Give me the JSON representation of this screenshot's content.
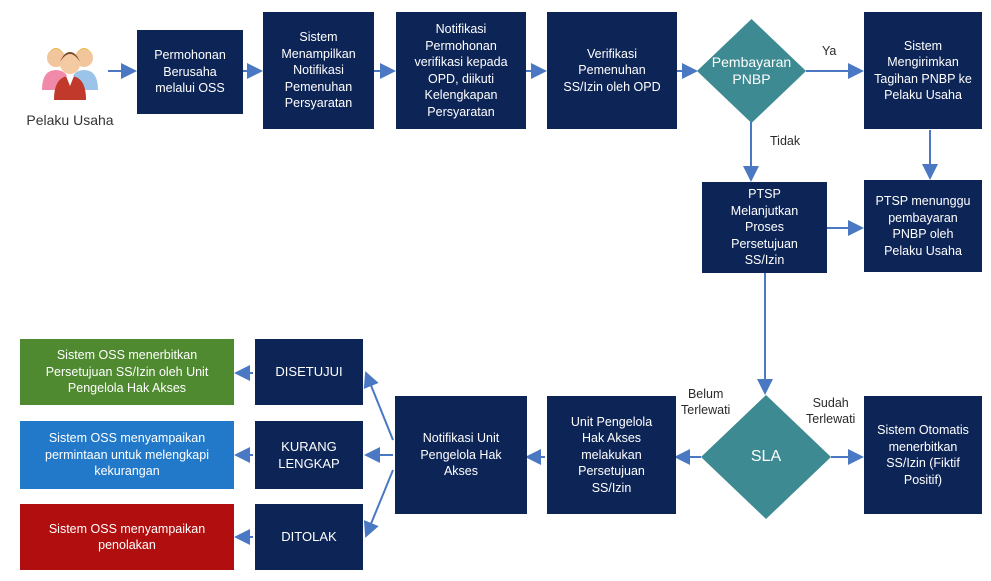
{
  "actor": {
    "label": "Pelaku Usaha",
    "icon": "people-group-icon"
  },
  "colors": {
    "navy": "#0d2456",
    "teal": "#3d8a93",
    "green": "#4f8a30",
    "blue": "#2379c9",
    "red": "#b10f0f",
    "arrow": "#4a78c2"
  },
  "boxes": {
    "permohonan": "Permohonan\nBerusaha\nmelalui OSS",
    "notifikasi_sistem": "Sistem\nMenampilkan\nNotifikasi\nPemenuhan\nPersyaratan",
    "notifikasi_opd": "Notifikasi\nPermohonan\nverifikasi kepada\nOPD, diikuti\nKelengkapan\nPersyaratan",
    "verifikasi": "Verifikasi\nPemenuhan\nSS/Izin oleh OPD",
    "tagihan": "Sistem\nMengirimkan\nTagihan PNBP ke\nPelaku Usaha",
    "menunggu": "PTSP menunggu\npembayaran\nPNBP oleh\nPelaku Usaha",
    "melanjutkan": "PTSP\nMelanjutkan\nProses\nPersetujuan\nSS/Izin",
    "fiktif": "Sistem Otomatis\nmenerbitkan\nSS/Izin (Fiktif\nPositif)",
    "unit_pengelola": "Unit Pengelola\nHak Akses\nmelakukan\nPersetujuan\nSS/Izin",
    "notif_unit": "Notifikasi Unit\nPengelola Hak\nAkses",
    "disetujui": "DISETUJUI",
    "kurang": "KURANG\nLENGKAP",
    "ditolak": "DITOLAK",
    "hasil_disetujui": "Sistem OSS menerbitkan\nPersetujuan SS/Izin oleh Unit\nPengelola Hak Akses",
    "hasil_kurang": "Sistem OSS menyampaikan\npermintaan untuk melengkapi\nkekurangan",
    "hasil_ditolak": "Sistem OSS menyampaikan\npenolakan"
  },
  "decisions": {
    "pnbp": "Pembayaran\nPNBP",
    "sla": "SLA"
  },
  "edge_labels": {
    "ya": "Ya",
    "tidak": "Tidak",
    "belum": "Belum\nTerlewati",
    "sudah": "Sudah\nTerlewati"
  }
}
